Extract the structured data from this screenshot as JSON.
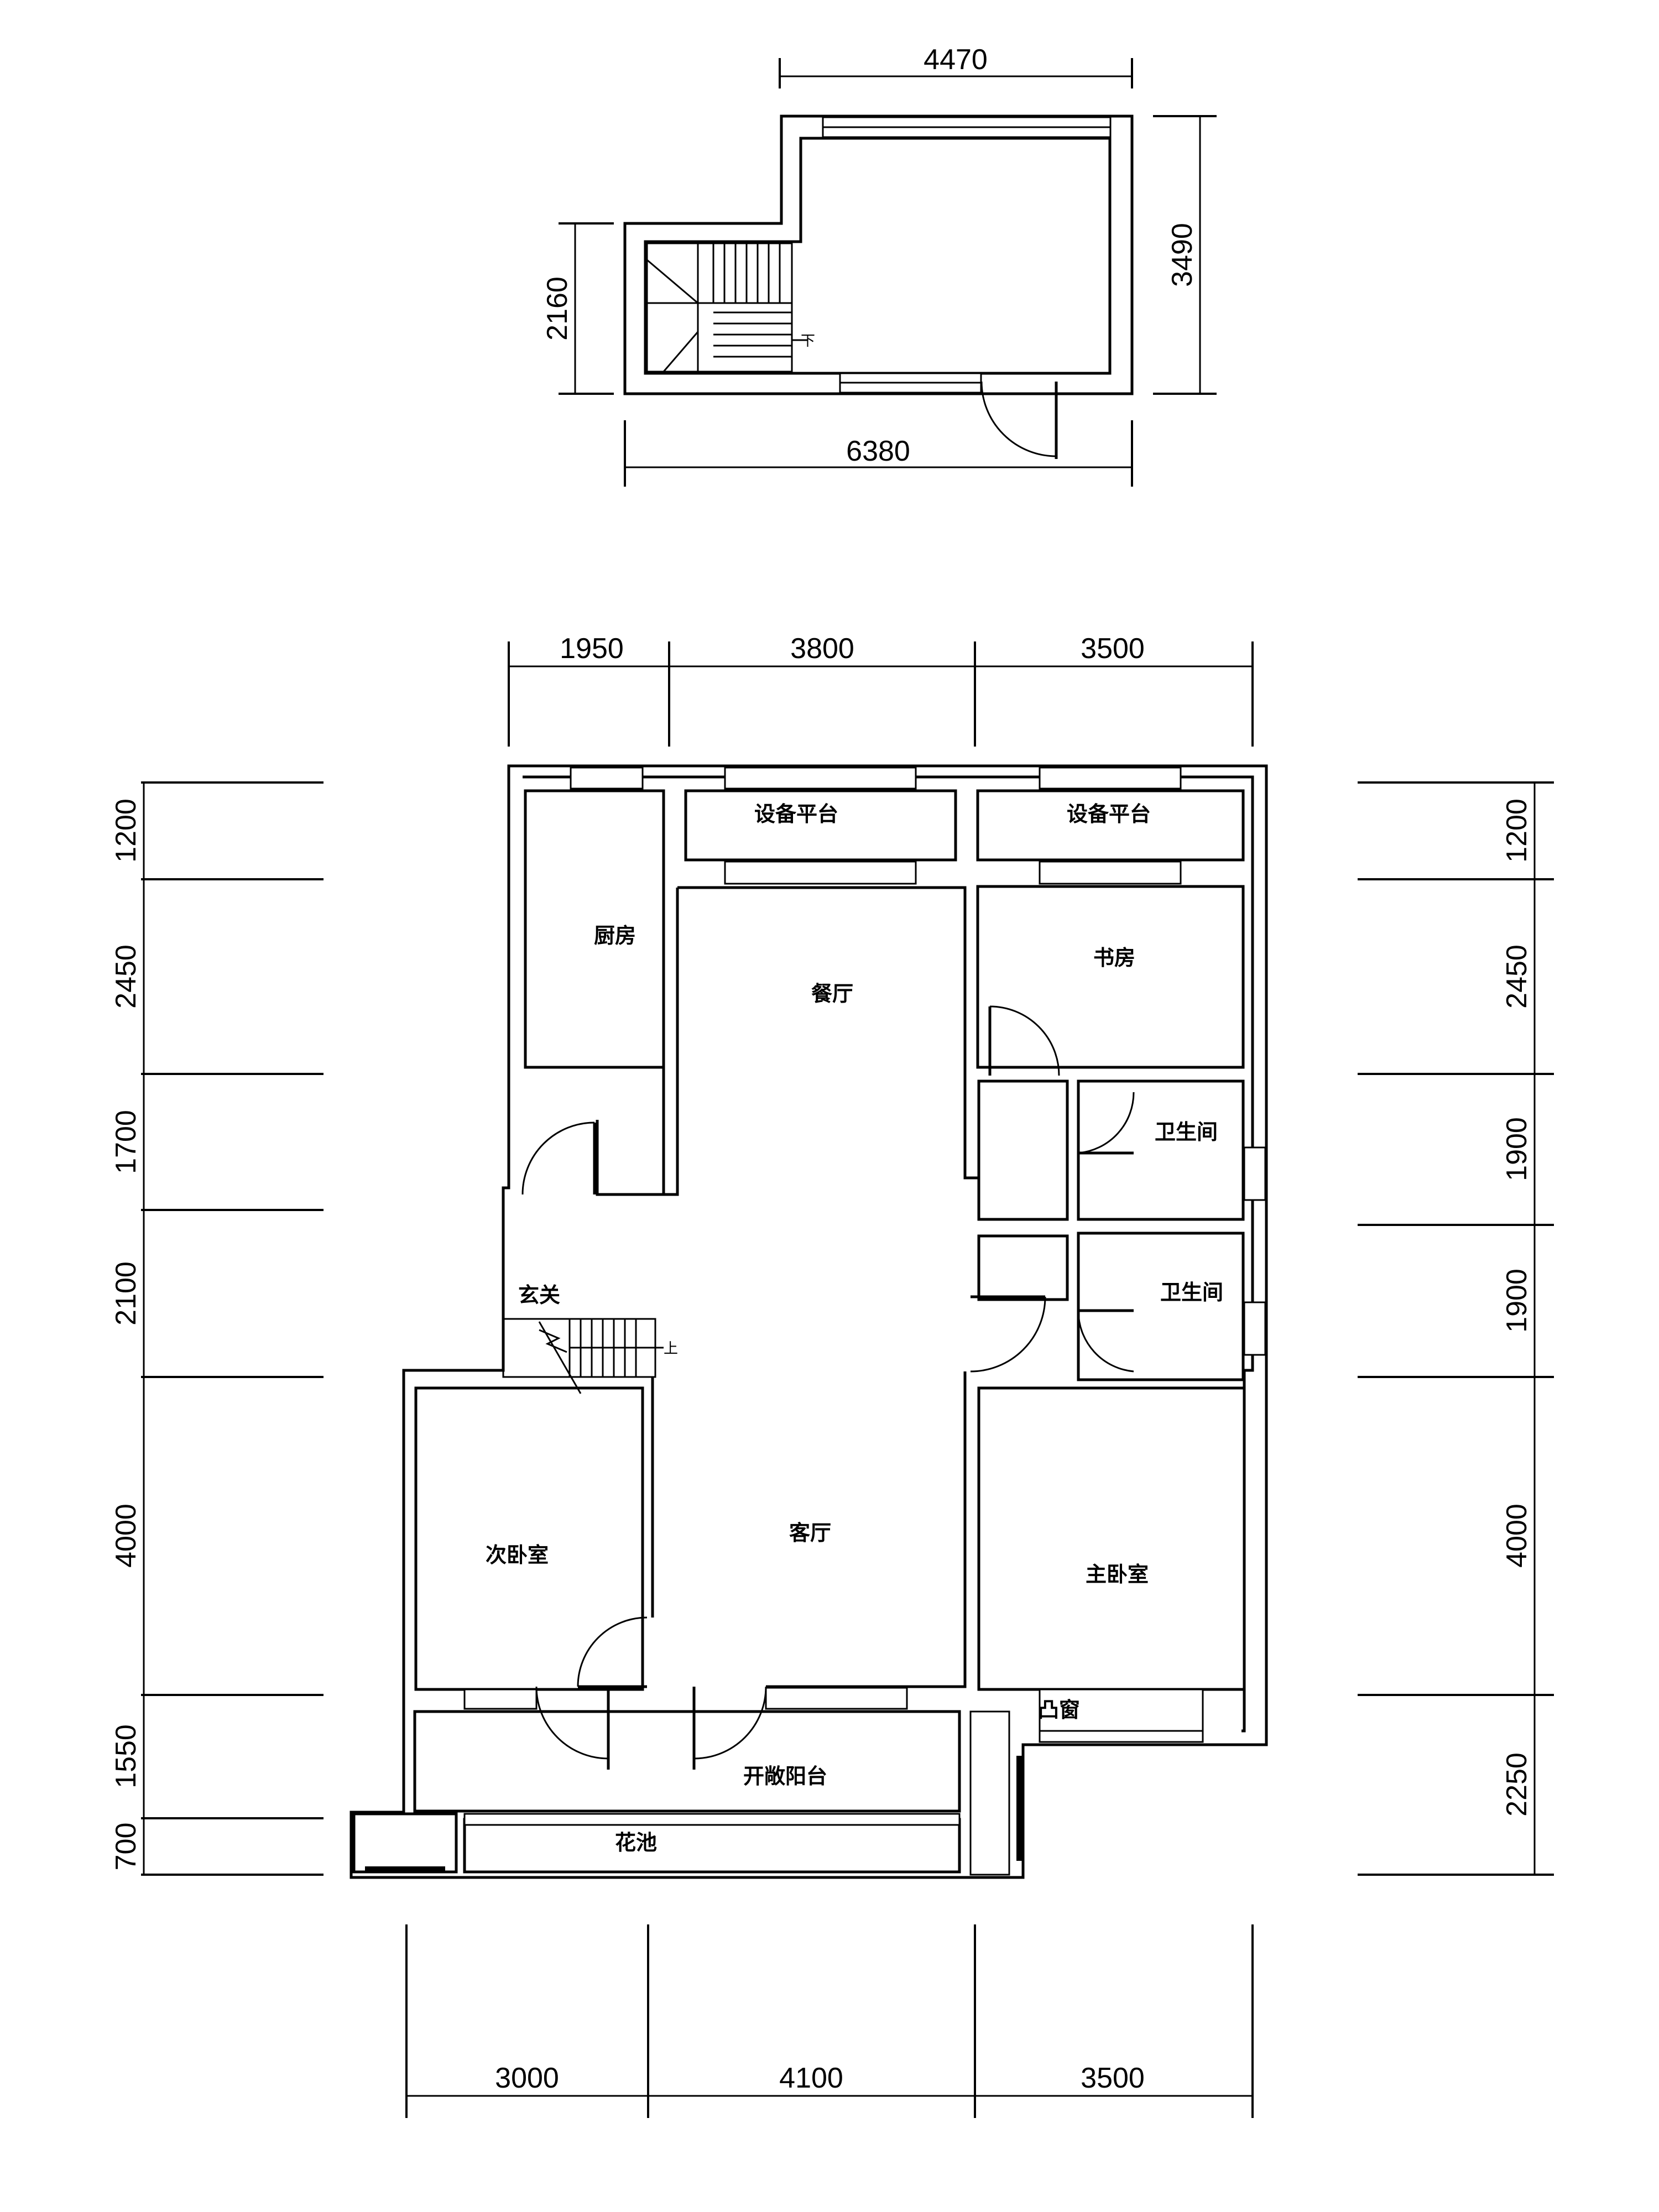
{
  "upper_floor": {
    "dims": {
      "top_width": "4470",
      "right_height": "3490",
      "left_height": "2160",
      "bottom_width": "6380"
    },
    "stair_down_label": "下"
  },
  "main_floor": {
    "dims_top": [
      "1950",
      "3800",
      "3500"
    ],
    "dims_bottom": [
      "3000",
      "4100",
      "3500"
    ],
    "dims_left": [
      "1200",
      "2450",
      "1700",
      "2100",
      "4000",
      "1550",
      "700"
    ],
    "dims_right": [
      "1200",
      "2450",
      "1900",
      "1900",
      "4000",
      "2250"
    ]
  },
  "rooms": {
    "equipment_left": "设备平台",
    "equipment_right": "设备平台",
    "kitchen": "厨房",
    "dining": "餐厅",
    "study": "书房",
    "bath1": "卫生间",
    "bath2": "卫生间",
    "entry": "玄关",
    "stair_up_label": "上",
    "second_bedroom": "次卧室",
    "living": "客厅",
    "master_bedroom": "主卧室",
    "bay_window": "凸窗",
    "open_balcony": "开敞阳台",
    "planter": "花池"
  }
}
